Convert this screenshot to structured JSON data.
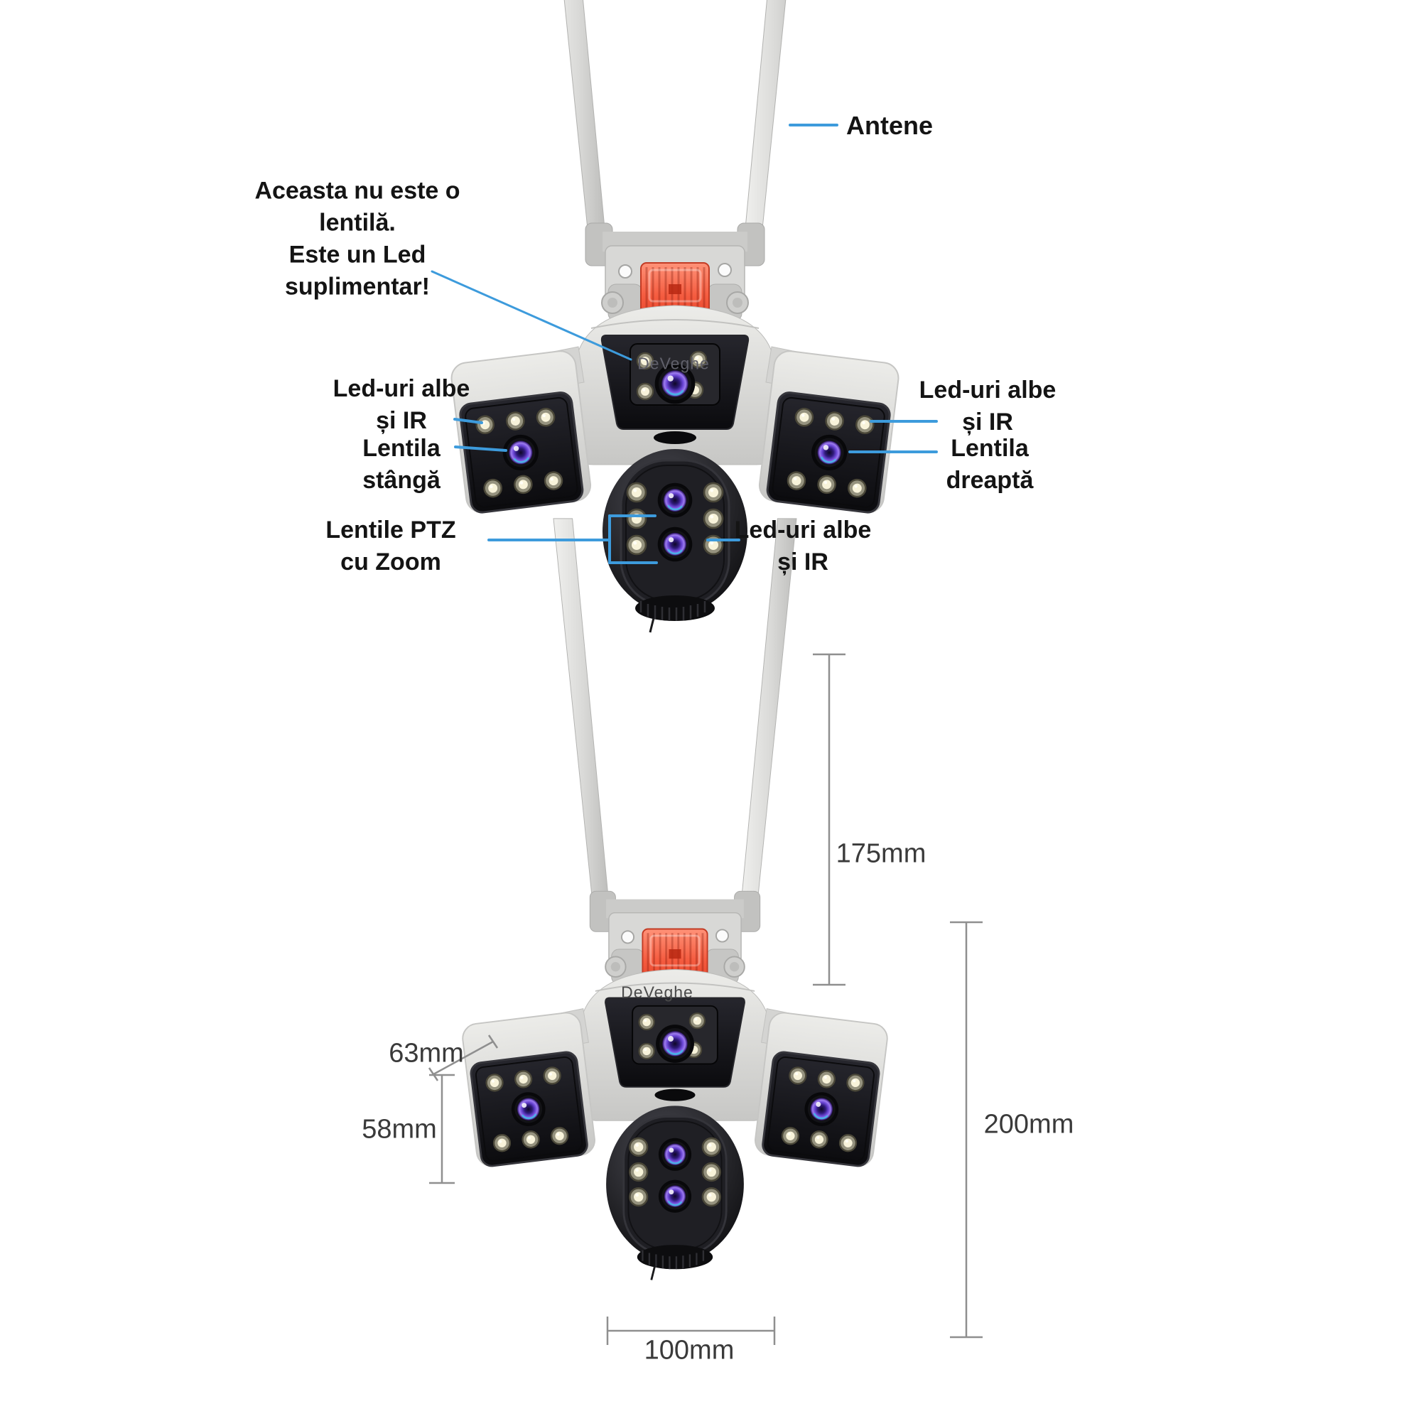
{
  "watermark": "DeVeghe",
  "annotations": {
    "antene": "Antene",
    "note": "Aceasta nu este o\nlentilă.\nEste un Led\nsuplimentar!",
    "left_leds": "Led-uri albe\nși IR",
    "left_lens": "Lentila\nstângă",
    "right_leds": "Led-uri albe\nși IR",
    "right_lens": "Lentila\ndreaptă",
    "ptz_lenses": "Lentile PTZ\ncu Zoom",
    "center_leds": "Led-uri albe\nși IR"
  },
  "dimensions": {
    "antenna_height": "175mm",
    "side_camera_depth": "63mm",
    "side_camera_height": "58mm",
    "total_height": "200mm",
    "base_width": "100mm"
  },
  "colors": {
    "annotation_blue": "#3d9bdc",
    "dimension_gray": "#8f8f8f",
    "body_gray": "#d6d6d4",
    "face_dark": "#141418",
    "strobe_red": "#ee4a30",
    "lens_purple": "#6a45d4",
    "label_text": "#141414"
  }
}
